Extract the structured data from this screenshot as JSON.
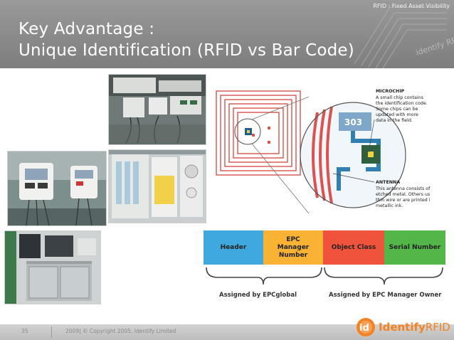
{
  "header": {
    "tag": "RFID : Fixed Asset Visibility",
    "title_line1": "Key Advantage :",
    "title_line2": "Unique Identification (RFID vs Bar Code)",
    "watermark": "identify RFID"
  },
  "diagram": {
    "microchip_heading": "MICROCHIP",
    "microchip_text": [
      "A small chip contains",
      "the identification code.",
      "Some chips can be",
      "updated with more",
      "data in the field."
    ],
    "antenna_heading": "ANTENNA",
    "antenna_text": [
      "This antenna consists of",
      "etched metal. Others us",
      "thin wire or are printed i",
      "metallic ink."
    ],
    "chip_number": "303"
  },
  "epc": {
    "segments": [
      {
        "label": "Header",
        "color": "#3fa9df"
      },
      {
        "label": "EPC Manager Number",
        "color": "#f9b233"
      },
      {
        "label": "Object Class",
        "color": "#f0533c"
      },
      {
        "label": "Serial Number",
        "color": "#52b748"
      }
    ],
    "assigned_left": "Assigned by EPCglobal",
    "assigned_right": "Assigned by EPC Manager Owner"
  },
  "footer": {
    "page": "35",
    "copyright": "2009| © Copyright 2005, Identify Limited"
  },
  "logo": {
    "mark": "id",
    "brand": "Identify",
    "product": "RFID"
  }
}
